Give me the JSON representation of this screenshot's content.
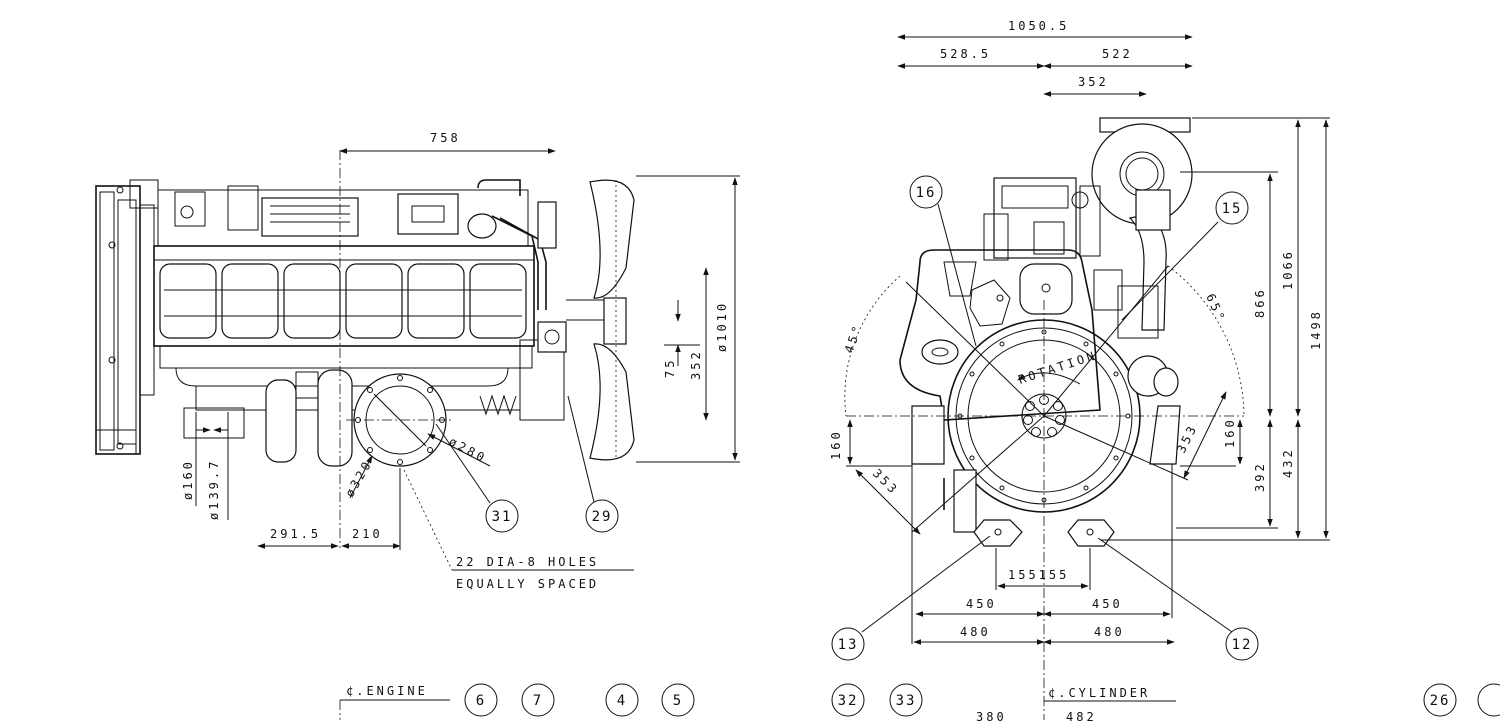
{
  "side_view": {
    "dims": {
      "d758": "758",
      "d75": "75",
      "d352": "352",
      "d1010": "ø1010",
      "d280": "ø280",
      "d320": "ø320",
      "d160": "ø160",
      "d139": "ø139.7",
      "d291": "291.5",
      "d210": "210"
    },
    "note_line1": "22 DIA-8 HOLES",
    "note_line2": "EQUALLY SPACED",
    "engine_label": "¢.ENGINE",
    "balloons": [
      "31",
      "29",
      "6",
      "7",
      "4",
      "5"
    ]
  },
  "front_view": {
    "dims": {
      "d1050": "1050.5",
      "d528": "528.5",
      "d522": "522",
      "d352": "352",
      "d1066": "1066",
      "d866": "866",
      "d1498": "1498",
      "d160l": "160",
      "d160r": "160",
      "d392": "392",
      "d432": "432",
      "d353l": "353",
      "d353r": "353",
      "d155": "155155",
      "d450l": "450",
      "d450r": "450",
      "d480l": "480",
      "d480r": "480",
      "d380": "380",
      "d482": "482",
      "a45": "45°",
      "a65": "65°"
    },
    "rotation_label": "ROTATION",
    "cylinder_label": "¢.CYLINDER",
    "balloons": [
      "16",
      "15",
      "13",
      "12",
      "32",
      "33",
      "26"
    ]
  }
}
